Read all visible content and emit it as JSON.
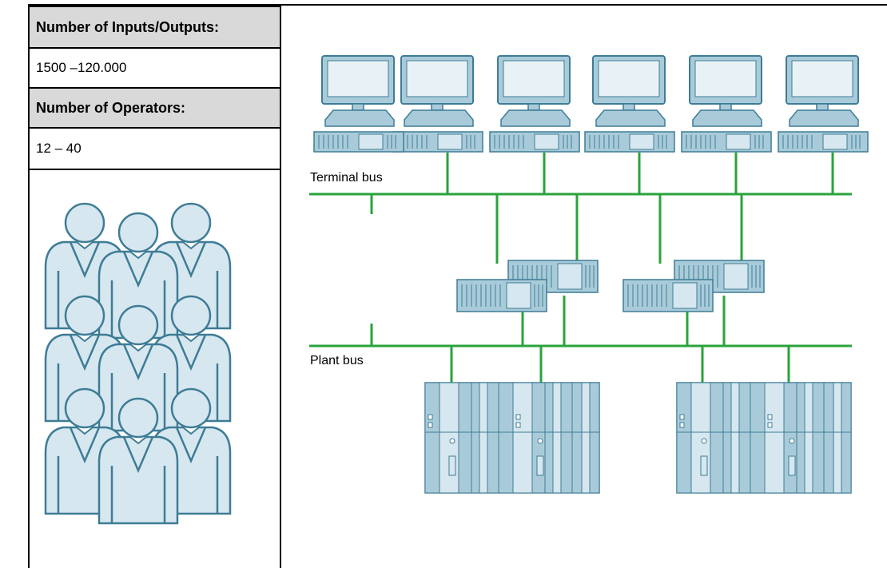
{
  "table": {
    "io_heading": "Number of Inputs/Outputs:",
    "io_value": "1500 –120.000",
    "operators_heading": "Number of Operators:",
    "operators_value": "12 – 40"
  },
  "diagram": {
    "terminal_bus_label": "Terminal bus",
    "plant_bus_label": "Plant bus",
    "operator_stations": 5,
    "engineering_stations": 1,
    "redundant_servers": 2,
    "automation_racks": 2,
    "operator_figures": 9
  },
  "colors": {
    "bus": "#2aa33b",
    "equipment_fill": "#a9cbd9",
    "equipment_light": "#d6e7ef",
    "equipment_stroke": "#3e7c96",
    "header_bg": "#d9d9d9"
  }
}
